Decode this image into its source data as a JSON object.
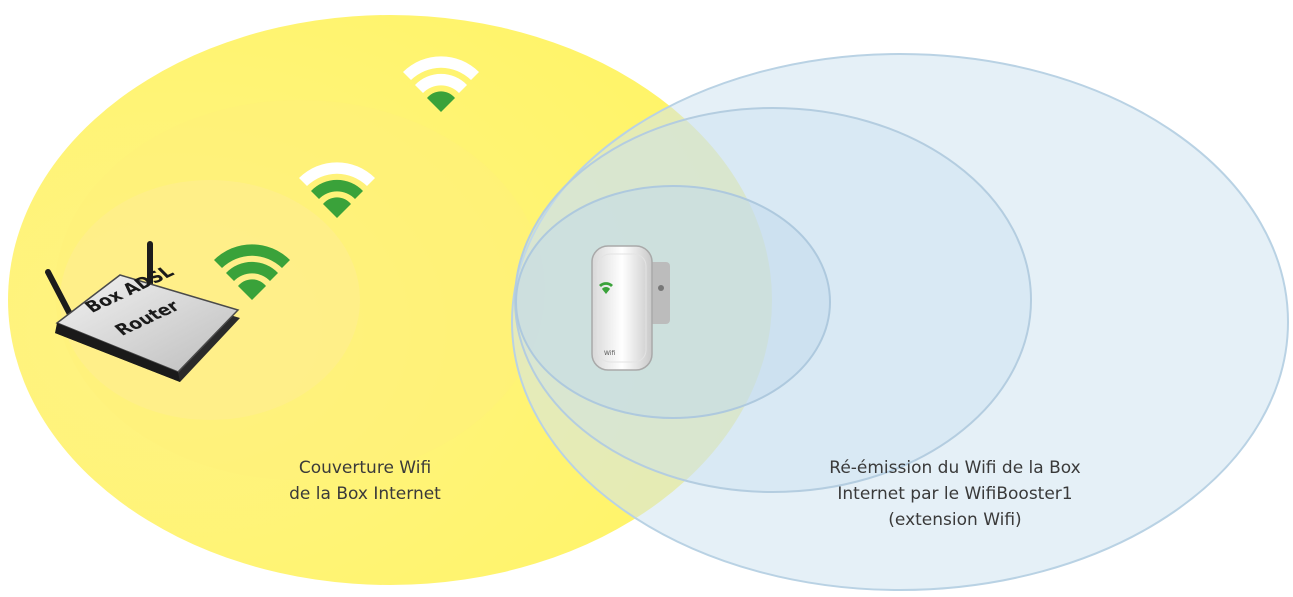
{
  "diagram": {
    "router": {
      "label_line1": "Box ADSL",
      "label_line2": "Router",
      "icon": "router-icon"
    },
    "booster": {
      "icon": "wifi-booster-icon",
      "brand": "Wifi"
    },
    "left_caption": {
      "line1": "Couverture Wifi",
      "line2": "de la Box Internet"
    },
    "right_caption": {
      "line1": "Ré-émission du Wifi de la Box",
      "line2": "Internet par le WifiBooster1",
      "line3": "(extension Wifi)"
    },
    "colors": {
      "router_zone": "#fff25a",
      "booster_zone": "#cfe4f2",
      "wifi_green": "#3aa23a",
      "wifi_white": "#ffffff",
      "caption_text": "#3a3a3a"
    }
  }
}
